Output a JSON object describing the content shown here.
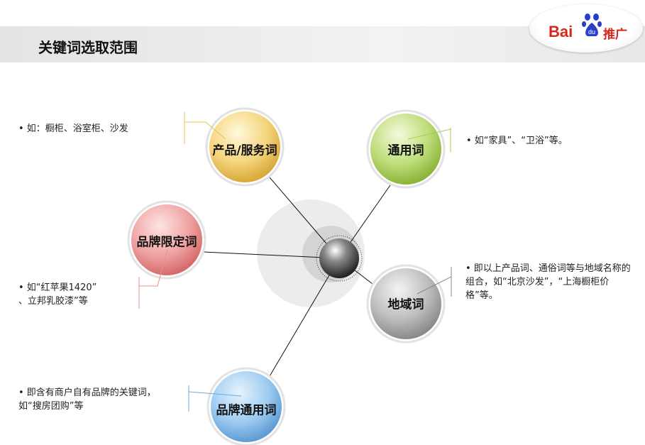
{
  "header": {
    "title": "关键词选取范围",
    "logo_text": "Bai",
    "logo_paw_text": "du",
    "logo_suffix": "推广"
  },
  "nodes": [
    {
      "label": "产品/服务词",
      "note": "•  如：橱柜、浴室柜、沙发",
      "color": "#f3cd6a"
    },
    {
      "label": "通用词",
      "note": "•  如“家具”、“卫浴”等。",
      "color": "#b5d86a"
    },
    {
      "label": "品牌限定词",
      "note": "•   如“红苹果1420”\n、立邦乳胶漆”等",
      "color": "#ef9a9a"
    },
    {
      "label": "地域词",
      "note": "•   即以上产品词、通俗词等与地域名称的组合，如“北京沙发”，“上海橱柜价格”等。",
      "color": "#b4b4b4"
    },
    {
      "label": "品牌通用词",
      "note": "•   即含有商户自有品牌的关键词，如“搜房团购”等",
      "color": "#8fc3ef"
    }
  ]
}
